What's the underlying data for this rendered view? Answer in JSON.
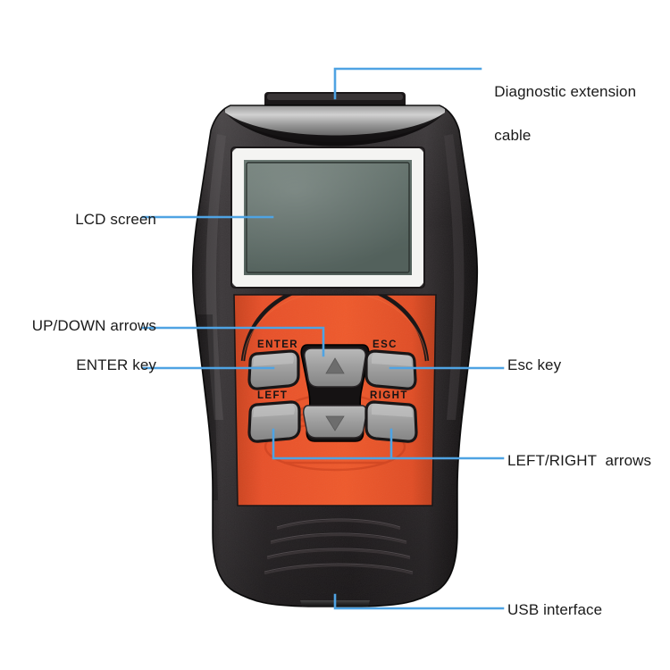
{
  "figure": {
    "subject": "handheld automotive OBD diagnostic code reader",
    "accent_line_color": "#4fa3e3",
    "label_text_color": "#1a1a1a",
    "body_color": "#231f20",
    "faceplate_color": "#e8512a",
    "key_color": "#9b9b9b",
    "lcd_bezel_color": "#f4f4f2",
    "lcd_screen_color": "#5d6b66"
  },
  "callouts": [
    {
      "id": "cable",
      "label": "Diagnostic extension",
      "label2": "cable",
      "side": "right"
    },
    {
      "id": "lcd",
      "label": "LCD screen",
      "side": "left"
    },
    {
      "id": "updown",
      "label": "UP/DOWN arrows",
      "side": "left"
    },
    {
      "id": "enter",
      "label": "ENTER key",
      "side": "left"
    },
    {
      "id": "esc",
      "label": "Esc key",
      "side": "right"
    },
    {
      "id": "leftright",
      "label": "LEFT/RIGHT  arrows",
      "side": "right"
    },
    {
      "id": "usb",
      "label": "USB interface",
      "side": "right"
    }
  ],
  "device": {
    "keypad": {
      "keys": [
        {
          "id": "enter",
          "label": "ENTER",
          "position": "top-left"
        },
        {
          "id": "esc",
          "label": "ESC",
          "position": "top-right"
        },
        {
          "id": "left",
          "label": "LEFT",
          "position": "bottom-left"
        },
        {
          "id": "right",
          "label": "RIGHT",
          "position": "bottom-right"
        },
        {
          "id": "up",
          "label": "▲",
          "position": "center-top"
        },
        {
          "id": "down",
          "label": "▼",
          "position": "center-bottom"
        }
      ]
    }
  }
}
